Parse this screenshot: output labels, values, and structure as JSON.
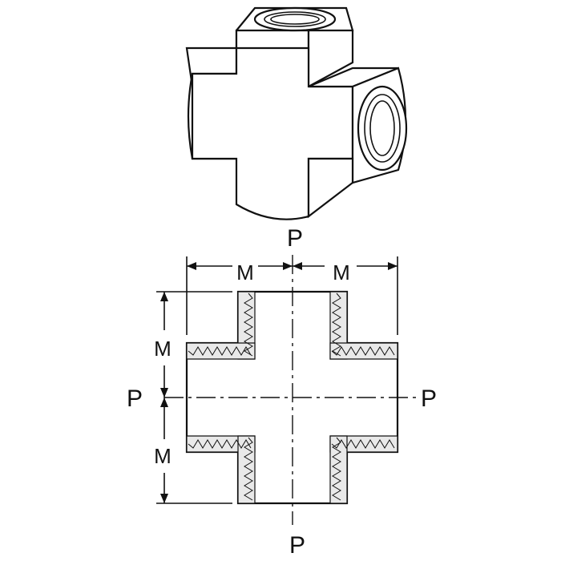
{
  "labels": {
    "port_top": "P",
    "port_bottom": "P",
    "port_left": "P",
    "port_right": "P",
    "dim_top_left": "M",
    "dim_top_right": "M",
    "dim_left_upper": "M",
    "dim_left_lower": "M"
  },
  "colors": {
    "line": "#111111",
    "thread_fill": "#e9e9e9",
    "background": "#ffffff"
  }
}
